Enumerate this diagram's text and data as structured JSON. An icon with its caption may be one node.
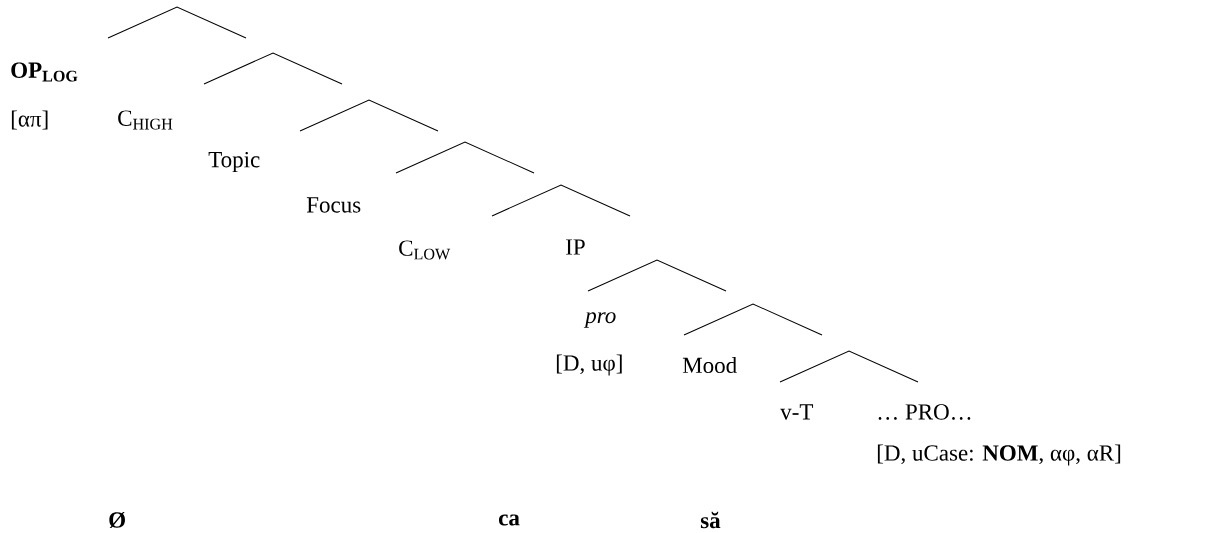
{
  "diagram": {
    "labels": [
      "OP$_{LOG}$",
      "[απ]",
      "C$_{HIGH}$",
      "Topic",
      "Focus",
      "C$_{LOW}$",
      "IP",
      "pro",
      "[D, uφ]",
      "Mood",
      "v-T",
      "… PRO…",
      "[D, uCase: **NOM**, αφ, αR]",
      "Ø",
      "ca",
      "să"
    ]
  }
}
